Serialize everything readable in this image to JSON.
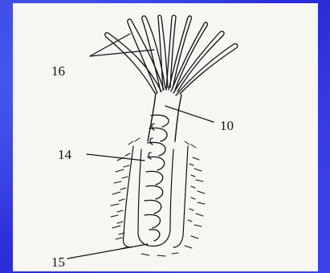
{
  "labels": {
    "label_16": "16",
    "label_10": "10",
    "label_14": "14",
    "label_15": "15"
  },
  "colors": {
    "background": "#2a2ad8",
    "paper": "#f7f6f3",
    "ink": "#111111"
  }
}
